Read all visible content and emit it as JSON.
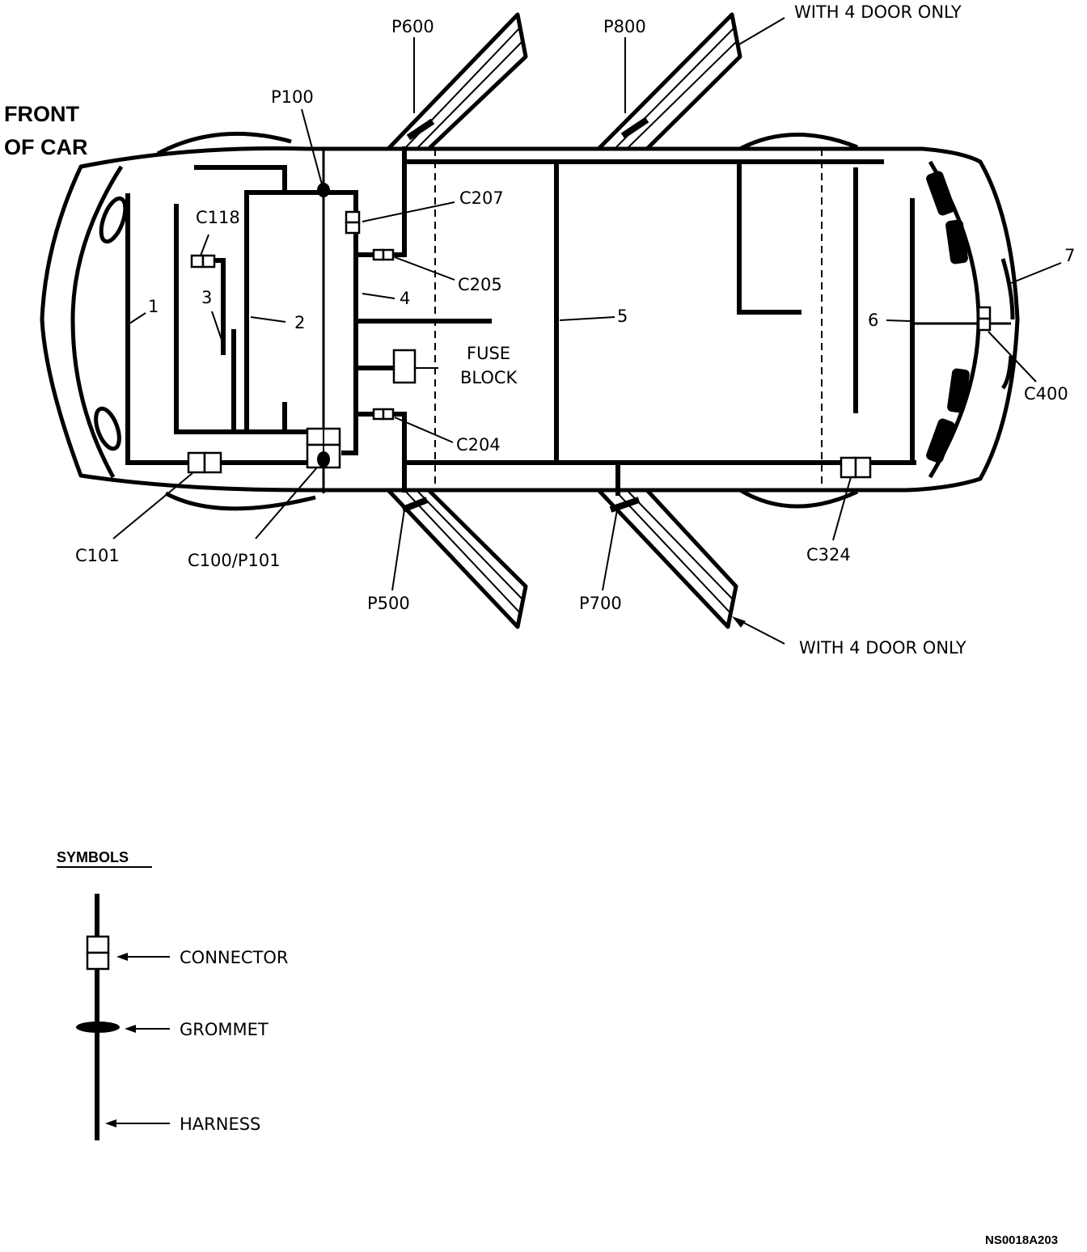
{
  "labels": {
    "front_of_car_line1": "FRONT",
    "front_of_car_line2": "OF CAR",
    "p600": "P600",
    "p800": "P800",
    "with_4_door_top": "WITH 4 DOOR ONLY",
    "with_4_door_bottom": "WITH 4 DOOR ONLY",
    "p100": "P100",
    "c207": "C207",
    "c118": "C118",
    "c205": "C205",
    "c204": "C204",
    "c101": "C101",
    "c100_p101": "C100/P101",
    "p500": "P500",
    "p700": "P700",
    "c324": "C324",
    "c400": "C400",
    "fuse_block_line1": "FUSE",
    "fuse_block_line2": "BLOCK",
    "num_1": "1",
    "num_2": "2",
    "num_3": "3",
    "num_4": "4",
    "num_5": "5",
    "num_6": "6",
    "num_7": "7"
  },
  "symbols": {
    "title": "SYMBOLS",
    "connector": "CONNECTOR",
    "grommet": "GROMMET",
    "harness": "HARNESS"
  },
  "figure_code": "NS0018A203"
}
